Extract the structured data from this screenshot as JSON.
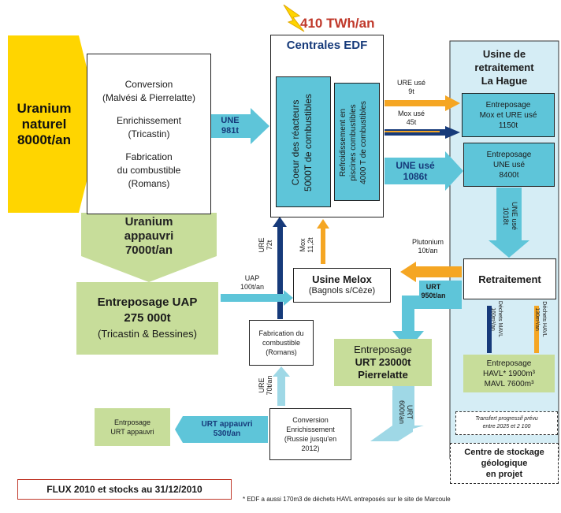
{
  "power": {
    "label": "410 TWh/an",
    "color": "#c0392b"
  },
  "uranium_naturel": {
    "line1": "Uranium",
    "line2": "naturel",
    "line3": "8000t/an",
    "color": "#ffd500"
  },
  "process_box": {
    "conversion": "Conversion",
    "conversion_sites": "(Malvési & Pierrelatte)",
    "enrichissement": "Enrichissement",
    "enrichissement_site": "(Tricastin)",
    "fabrication": "Fabrication",
    "fabrication2": "du combustible",
    "fabrication_site": "(Romans)"
  },
  "une_arrow": {
    "line1": "UNE",
    "line2": "981t"
  },
  "edf": {
    "title": "Centrales EDF",
    "coeur": "Coeur des réacteurs",
    "coeur2": "5000T de combustibles",
    "refroid": "Refroidissement en",
    "refroid2": "piscines combustibles",
    "refroid3": "4000 T de combustibles"
  },
  "flows": {
    "ure_use": "URE usé",
    "ure_use_qty": "9t",
    "mox_use": "Mox usé",
    "mox_use_qty": "45t",
    "une_use": "UNE usé",
    "une_use_qty": "1086t",
    "plutonium": "Plutonium",
    "plutonium_qty": "10t/an",
    "urt": "URT",
    "urt_qty": "950t/an",
    "une_use_v": "UNE usé",
    "une_use_v_qty": "1018t",
    "ure_v": "URE",
    "ure_v_qty": "72t",
    "mox_v": "Mox",
    "mox_v_qty": "11,2t",
    "uap": "UAP",
    "uap_qty": "100t/an",
    "ure_low": "URE",
    "ure_low_qty": "70t/an",
    "urt_low": "URT",
    "urt_low_qty": "600t/an",
    "urt_appauvri": "URT appauvri",
    "urt_appauvri_qty": "530t/an",
    "dechets_mavl": "Déchets MAVL",
    "dechets_mavl_qty": "160m³/an",
    "dechets_havl": "Déchets HAVL",
    "dechets_havl_qty": "130m³/an"
  },
  "la_hague": {
    "title1": "Usine de",
    "title2": "retraitement",
    "title3": "La Hague",
    "mox_store1": "Entreposage",
    "mox_store2": "Mox et URE usé",
    "mox_store3": "1150t",
    "une_store1": "Entreposage",
    "une_store2": "UNE usé",
    "une_store3": "8400t",
    "retraitement": "Retraitement",
    "havl1": "Entreposage",
    "havl2": "HAVL* 1900m³",
    "havl3": "MAVL 7600m³"
  },
  "uranium_appauvri": {
    "line1": "Uranium",
    "line2": "appauvri",
    "line3": "7000t/an"
  },
  "entreposage_uap": {
    "line1": "Entreposage UAP",
    "line2": "275 000t",
    "line3": "(Tricastin & Bessines)"
  },
  "melox": {
    "line1": "Usine Melox",
    "line2": "(Bagnols s/Cèze)"
  },
  "fab_romans": {
    "line1": "Fabrication du",
    "line2": "combustible",
    "line3": "(Romans)"
  },
  "entreposage_urt": {
    "line1": "Entreposage",
    "line2": "URT 23000t",
    "line3": "Pierrelatte"
  },
  "conversion_russie": {
    "line1": "Conversion",
    "line2": "Enrichissement",
    "line3": "(Russie jusqu'en",
    "line4": "2012)"
  },
  "entreposage_urt_appauvri": {
    "line1": "Entrposage",
    "line2": "URT appauvri"
  },
  "transfert_note": {
    "line1": "Transfert progressif prévu",
    "line2": "entre 2025 et 2 100"
  },
  "centre_stockage": {
    "line1": "Centre de stockage",
    "line2": "géologique",
    "line3": "en projet"
  },
  "legend_title": "FLUX 2010 et stocks au 31/12/2010",
  "footnote": "* EDF a aussi 170m3 de déchets HAVL entreposés sur le site de Marcoule",
  "colors": {
    "cyan": "#5ec5d9",
    "light_green": "#c7dd9a",
    "green_box": "#b5d27e",
    "orange": "#f5a623",
    "navy": "#163a7a",
    "light_cyan_bg": "#d5edf5",
    "red_border": "#c0392b"
  }
}
